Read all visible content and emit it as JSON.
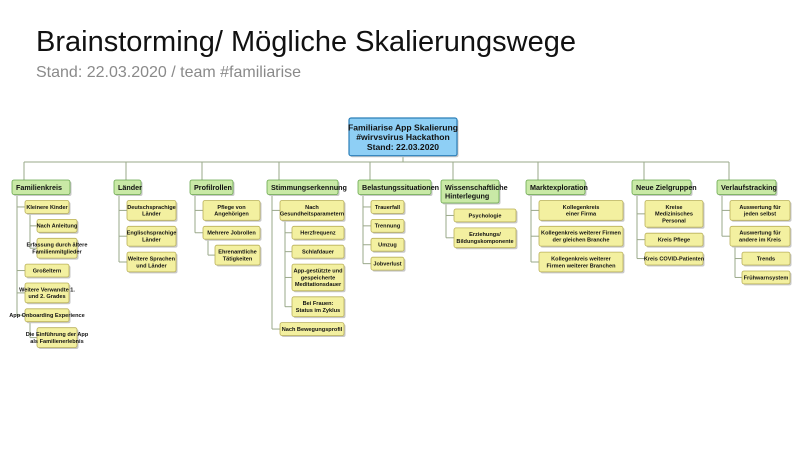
{
  "slide": {
    "title": "Brainstorming/ Mögliche Skalierungswege",
    "subtitle": "Stand: 22.03.2020 / team #familiarise"
  },
  "colors": {
    "root_fill": "#8ecff5",
    "root_stroke": "#2c7fb8",
    "category_fill": "#c9e9a6",
    "category_stroke": "#6aa84f",
    "leaf_fill": "#f3f0a0",
    "leaf_stroke": "#b9b05a",
    "connector": "#9aa88a"
  },
  "tree": {
    "root": {
      "lines": [
        "Familiarise App Skalierung",
        "#wirvsvirus Hackathon",
        "Stand: 22.03.2020"
      ]
    },
    "categories": [
      {
        "label": "Familienkreis",
        "children": [
          {
            "lines": [
              "Kleinere Kinder"
            ],
            "children": [
              {
                "lines": [
                  "Nach Anleitung"
                ]
              },
              {
                "lines": [
                  "Erfassung durch ältere",
                  "Familienmitglieder"
                ]
              }
            ]
          },
          {
            "lines": [
              "Großeltern"
            ]
          },
          {
            "lines": [
              "Weitere Verwandte 1.",
              "und 2. Grades"
            ]
          },
          {
            "lines": [
              "App Onboarding Experience"
            ],
            "children": [
              {
                "lines": [
                  "Die Einführung der App",
                  "als Familienerlebnis"
                ]
              }
            ]
          }
        ]
      },
      {
        "label": "Länder",
        "children": [
          {
            "lines": [
              "Deutschsprachige",
              "Länder"
            ]
          },
          {
            "lines": [
              "Englischsprachige",
              "Länder"
            ]
          },
          {
            "lines": [
              "Weitere Sprachen",
              "und Länder"
            ]
          }
        ]
      },
      {
        "label": "Profilrollen",
        "children": [
          {
            "lines": [
              "Pflege von",
              "Angehörigen"
            ]
          },
          {
            "lines": [
              "Mehrere Jobrollen"
            ],
            "children": [
              {
                "lines": [
                  "Ehrenamtliche",
                  "Tätigkeiten"
                ]
              }
            ]
          }
        ]
      },
      {
        "label": "Stimmungserkennung",
        "children": [
          {
            "lines": [
              "Nach",
              "Gesundheitsparametern"
            ],
            "children": [
              {
                "lines": [
                  "Herzfrequenz"
                ]
              },
              {
                "lines": [
                  "Schlafdauer"
                ]
              },
              {
                "lines": [
                  "App-gestützte und",
                  "gespeicherte",
                  "Meditationsdauer"
                ]
              },
              {
                "lines": [
                  "Bei Frauen:",
                  "Status im Zyklus"
                ]
              }
            ]
          },
          {
            "lines": [
              "Nach Bewegungsprofil"
            ]
          }
        ]
      },
      {
        "label": "Belastungssituationen",
        "children": [
          {
            "lines": [
              "Trauerfall"
            ]
          },
          {
            "lines": [
              "Trennung"
            ]
          },
          {
            "lines": [
              "Umzug"
            ]
          },
          {
            "lines": [
              "Jobverlust"
            ]
          }
        ]
      },
      {
        "label": [
          "Wissenschaftliche",
          "Hinterlegung"
        ],
        "children": [
          {
            "lines": [
              "Psychologie"
            ]
          },
          {
            "lines": [
              "Erziehungs/",
              "Bildungskomponente"
            ]
          }
        ]
      },
      {
        "label": "Marktexploration",
        "children": [
          {
            "lines": [
              "Kollegenkreis",
              "einer Firma"
            ]
          },
          {
            "lines": [
              "Kollegenkreis weiterer Firmen",
              "der gleichen Branche"
            ]
          },
          {
            "lines": [
              "Kollegenkreis weiterer",
              "Firmen weiterer Branchen"
            ]
          }
        ]
      },
      {
        "label": "Neue Zielgruppen",
        "children": [
          {
            "lines": [
              "Kreise",
              "Medizinisches",
              "Personal"
            ]
          },
          {
            "lines": [
              "Kreis Pflege"
            ]
          },
          {
            "lines": [
              "Kreis COVID-Patienten"
            ]
          }
        ]
      },
      {
        "label": "Verlaufstracking",
        "children": [
          {
            "lines": [
              "Auswertung für",
              "jeden selbst"
            ]
          },
          {
            "lines": [
              "Auswertung für",
              "andere im Kreis"
            ],
            "children": [
              {
                "lines": [
                  "Trends"
                ]
              },
              {
                "lines": [
                  "Frühwarnsystem"
                ]
              }
            ]
          }
        ]
      }
    ]
  }
}
